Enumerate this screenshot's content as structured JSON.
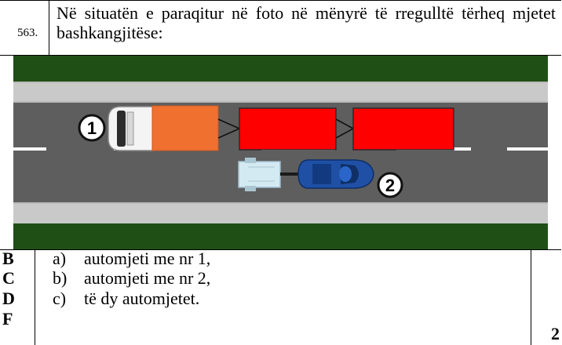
{
  "question": {
    "number": "563.",
    "text": "Në situatën e paraqitur në foto në mënyrë të rregulltë tërheq mjetet bashkangjitëse:"
  },
  "figure": {
    "vehicle_1_label": "1",
    "vehicle_2_label": "2",
    "colors": {
      "grass": "#1f4f14",
      "road": "#5f5f5f",
      "curb": "#c8c8c8",
      "truck_cab": "#f07030",
      "trailer": "#ff0000",
      "car": "#1f4fa0",
      "small_trailer": "#cfe6f0"
    }
  },
  "answers": {
    "letters": [
      "B",
      "C",
      "D",
      "F"
    ],
    "options": [
      {
        "marker": "a)",
        "text": "automjeti me nr 1,"
      },
      {
        "marker": "b)",
        "text": "automjeti me nr 2,"
      },
      {
        "marker": "c)",
        "text": "të dy automjetet."
      }
    ],
    "points": "2"
  }
}
